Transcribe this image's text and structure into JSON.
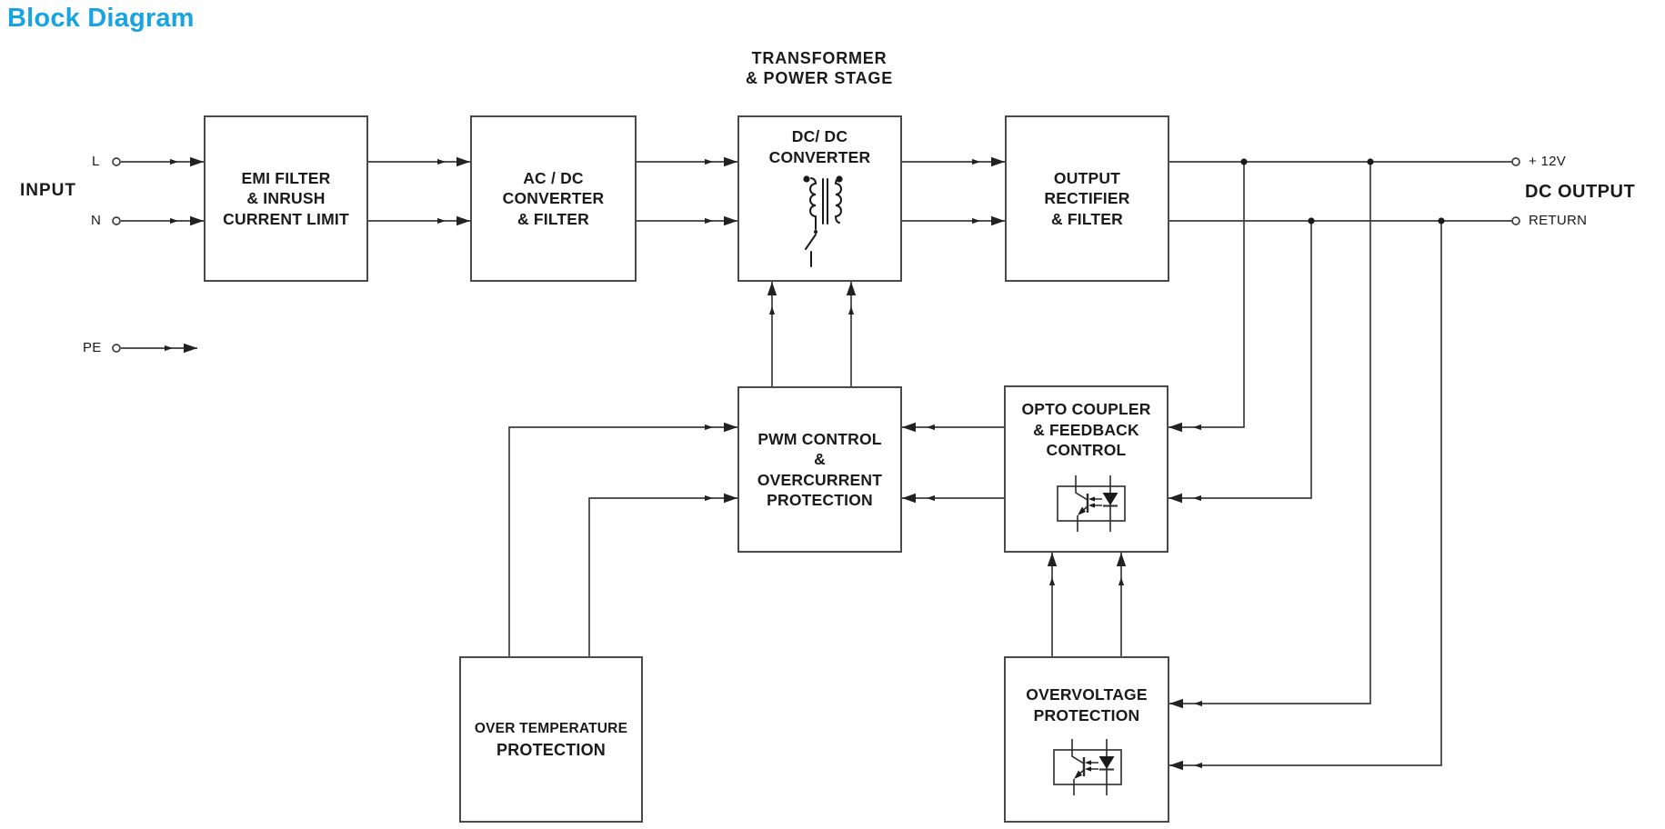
{
  "title": "Block Diagram",
  "colors": {
    "heading": "#18A3E2",
    "wire": "#3d3d3d",
    "box_border": "#4a4a4a",
    "text": "#1a1a1a"
  },
  "stage_label": {
    "line1": "TRANSFORMER",
    "line2": "& POWER STAGE"
  },
  "input": {
    "label": "INPUT",
    "terminal_l": "L",
    "terminal_n": "N",
    "terminal_pe": "PE"
  },
  "output": {
    "label": "DC OUTPUT",
    "terminal_pos": "+ 12V",
    "terminal_ret": "RETURN"
  },
  "boxes": {
    "emi": {
      "lines": [
        "EMI FILTER",
        "& INRUSH",
        "CURRENT LIMIT"
      ]
    },
    "acdc": {
      "lines": [
        "AC / DC",
        "CONVERTER",
        "& FILTER"
      ]
    },
    "dcdc": {
      "lines": [
        "DC/ DC",
        "CONVERTER"
      ]
    },
    "rectifier": {
      "lines": [
        "OUTPUT",
        "RECTIFIER",
        "& FILTER"
      ]
    },
    "pwm": {
      "lines": [
        "PWM CONTROL",
        "&",
        "OVERCURRENT",
        "PROTECTION"
      ]
    },
    "opto": {
      "lines": [
        "OPTO COUPLER",
        "& FEEDBACK",
        "CONTROL"
      ]
    },
    "otp": {
      "lines": [
        "OVER TEMPERATURE",
        "PROTECTION"
      ]
    },
    "ovp": {
      "lines": [
        "OVERVOLTAGE",
        "PROTECTION"
      ]
    }
  },
  "icons": {
    "transformer": "transformer-winding-with-switch",
    "optocoupler": "optocoupler-led-phototransistor"
  }
}
